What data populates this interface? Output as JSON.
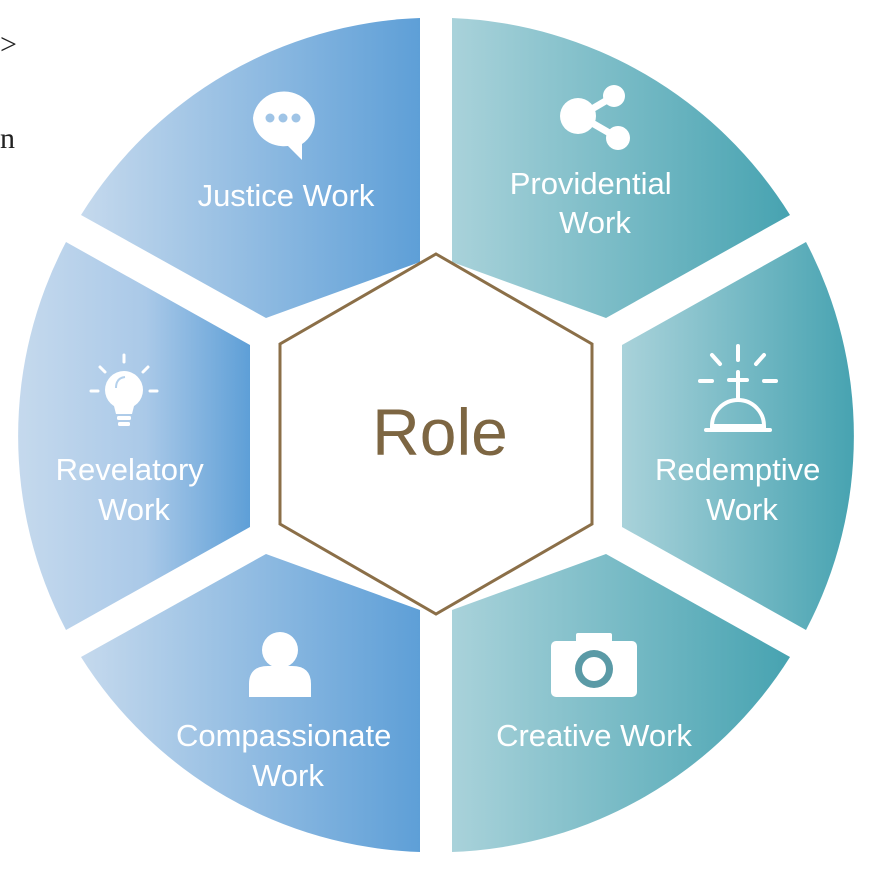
{
  "center": {
    "label": "Role"
  },
  "segments": [
    {
      "id": "justice",
      "lines": [
        "Justice Work"
      ],
      "icon": "speech-bubble-icon"
    },
    {
      "id": "providential",
      "lines": [
        "Providential",
        "Work"
      ],
      "icon": "share-nodes-icon"
    },
    {
      "id": "redemptive",
      "lines": [
        "Redemptive",
        "Work"
      ],
      "icon": "church-bell-cross-icon"
    },
    {
      "id": "creative",
      "lines": [
        "Creative Work"
      ],
      "icon": "camera-icon"
    },
    {
      "id": "compassionate",
      "lines": [
        "Compassionate",
        "Work"
      ],
      "icon": "person-icon"
    },
    {
      "id": "revelatory",
      "lines": [
        "Revelatory",
        "Work"
      ],
      "icon": "lightbulb-icon"
    }
  ],
  "colors": {
    "blue_light": "#c3d8ec",
    "blue_dark": "#5c9fd6",
    "teal_light": "#a6d0d9",
    "teal_dark": "#48a4b2",
    "hexagon_stroke": "#8b6f48",
    "center_text": "#7d6642",
    "icon": "#ffffff",
    "camera_lens": "#5a9aa6"
  },
  "edge_fragments": [
    ">",
    "n"
  ]
}
